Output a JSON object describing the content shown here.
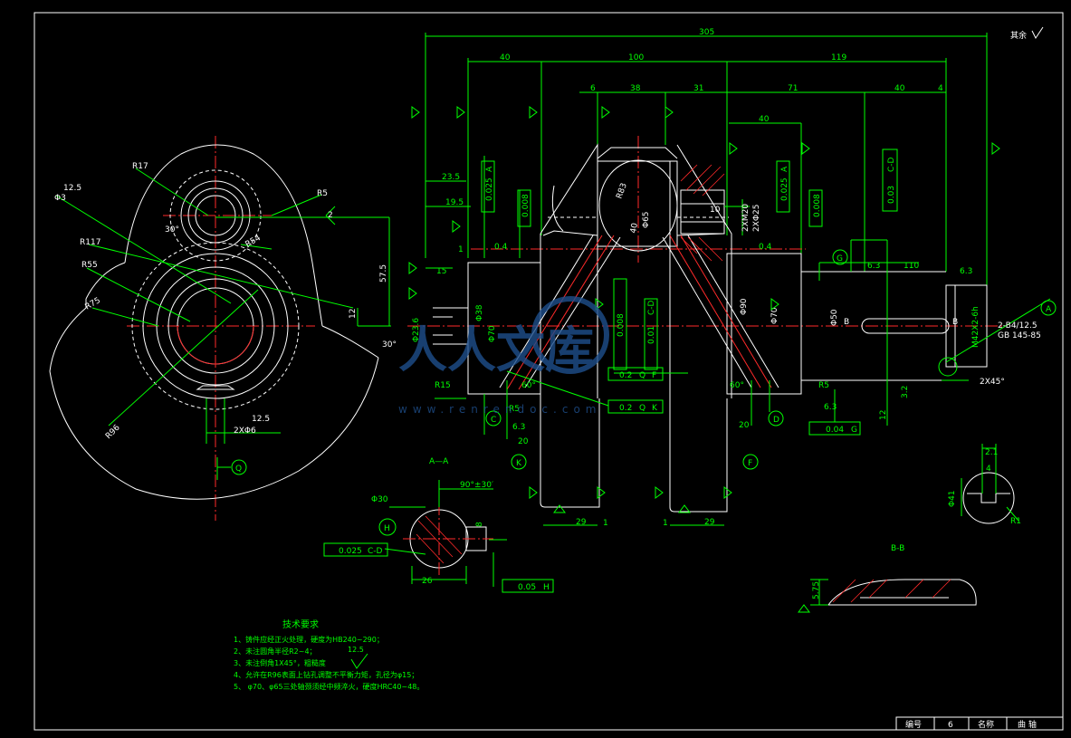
{
  "colors": {
    "background": "#000000",
    "outline": "#ffffff",
    "dimension": "#00ff00",
    "centerline": "#ff2a2a",
    "watermark": "#1e4f8c"
  },
  "corner_roughness": "其余",
  "dims_top": {
    "overall": "305",
    "d40_left": "40",
    "d100": "100",
    "d119": "119",
    "d6": "6",
    "d38": "38",
    "d31": "31",
    "d71": "71",
    "d40_right": "40",
    "d4": "4",
    "d40_mid": "40"
  },
  "left_view": {
    "r17": "R17",
    "ra": "12.5",
    "phi3": "Φ3",
    "r5": "R5",
    "deg30a": "30°",
    "r117": "R117",
    "r54": "R54",
    "r55": "R55",
    "r75": "R75",
    "d575": "57.5",
    "d12": "12",
    "deg30b": "30°",
    "r96": "R96",
    "rb": "12.5",
    "holes": "2XΦ6",
    "q": "Q",
    "d2": "2"
  },
  "front_view": {
    "d235": "23.5",
    "d195": "19.5",
    "d15": "15",
    "one": "1",
    "r04a": "0.4",
    "r04b": "0.4",
    "t0025a": "0.025",
    "ta": "A",
    "t0008a": "0.008",
    "t0025b": "0.025",
    "tb": "A",
    "t0008b": "0.008",
    "t003": "0.03",
    "tcd": "C-D",
    "phi65": "Φ65",
    "r83": "R83",
    "d40v": "40",
    "m20": "2XM20",
    "phi25": "2XΦ25",
    "d10": "10",
    "phi236": "Φ23.6",
    "phi38": "Φ38",
    "phi70a": "Φ70",
    "phi90": "Φ90",
    "phi70b": "Φ70",
    "phi50": "Φ50",
    "m42": "M42X2-6h",
    "bb1": "B",
    "bb2": "B",
    "center_hole": "2-B4/12.5",
    "gb": "GB 145-85",
    "chamfer": "2X45°",
    "g": "G",
    "a": "A",
    "r63a": "6.3",
    "r63b": "6.3",
    "l110": "110",
    "r15": "R15",
    "r5a": "R5",
    "r5b": "R5",
    "r63c": "6.3",
    "r63d": "6.3",
    "r32": "3.2",
    "d12b": "12",
    "deg60a": "60°",
    "deg60b": "60°",
    "d20a": "20",
    "d20b": "20",
    "c": "C",
    "d": "D",
    "k": "K",
    "f": "F",
    "d29a": "29",
    "d29b": "29",
    "d1a": "1",
    "d1b": "1",
    "t0008v": "0.008",
    "t001": "0.01",
    "tcd2": "C-D",
    "tol1": [
      "0.2",
      "Q",
      "F"
    ],
    "tol2": [
      "0.2",
      "Q",
      "K"
    ],
    "tol3": [
      "0.04",
      "G"
    ]
  },
  "section_aa": {
    "title": "A—A",
    "angle": "90°±30′",
    "phi30": "Φ30",
    "d8": "8",
    "d26": "26",
    "h": "H",
    "tol1": [
      "0.025",
      "C-D"
    ],
    "tol2": [
      "0.05",
      "H"
    ]
  },
  "section_bb": {
    "title": "B-B",
    "d575": "5.75"
  },
  "detail": {
    "d21": "2.1",
    "d4": "4",
    "phi41": "Φ41",
    "r1": "R1"
  },
  "notes": {
    "title": "技术要求",
    "items": [
      "1、铸件应经正火处理，硬度为HB240~290；",
      "2、未注圆角半径R2~4；",
      "3、未注倒角1X45°，粗糙度",
      "4、允许在R96表面上钻孔调整不平衡力矩，孔径为φ15；",
      "5、 φ70、φ65三处轴颈须经中频淬火，硬度HRC40~48。"
    ],
    "rough": "12.5"
  },
  "title_block": {
    "k1": "编号",
    "v1": "6",
    "k2": "名称",
    "v2": "曲  轴"
  },
  "watermark": {
    "main": "人人文库",
    "url": "www.renrendoc.com"
  }
}
